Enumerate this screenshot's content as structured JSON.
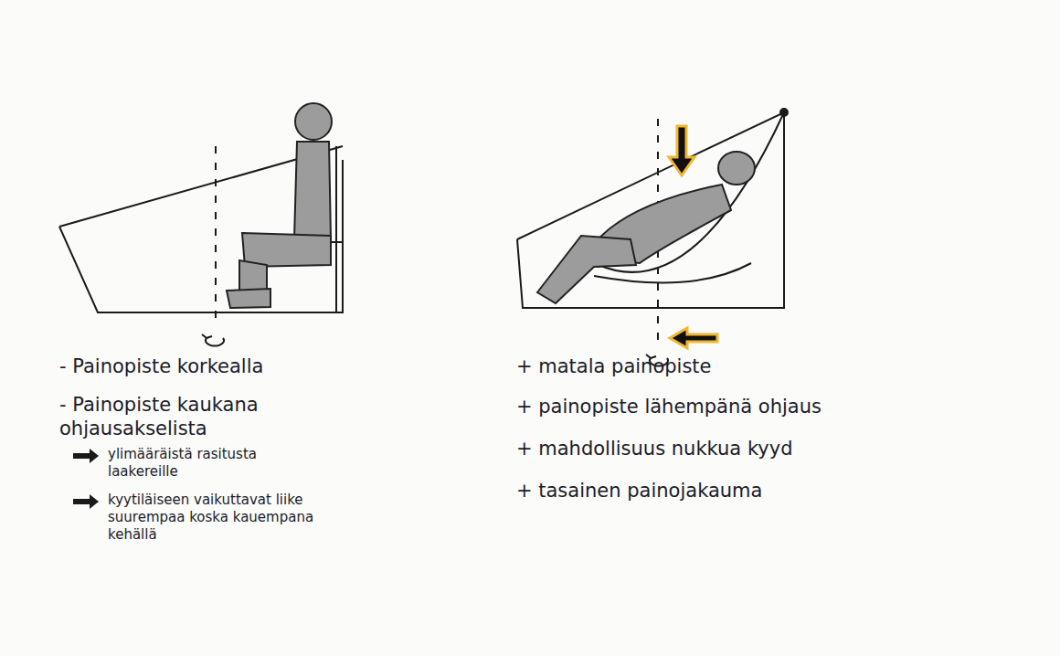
{
  "diagram": {
    "labels": [
      "- Painopiste korkealla",
      "- Painopiste kaukana ohjausakselista",
      "ylimääräistä rasitusta laakereille",
      "kyytiläiseen vaikuttavat liike suurempaa koska kauempana kehällä",
      "+ matala painopiste",
      "+ painopiste lähempänä ohjaus",
      "+ mahdollisuus nukkua kyyd",
      "+ tasainen painojakauma"
    ]
  }
}
